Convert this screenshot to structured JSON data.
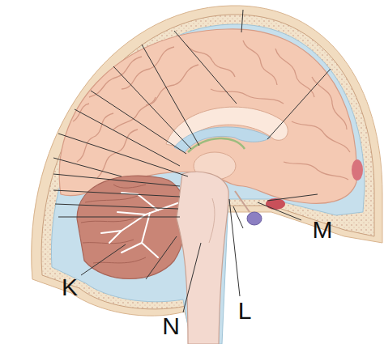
{
  "diagram": {
    "labels": [
      "M",
      "K",
      "L",
      "N"
    ]
  }
}
